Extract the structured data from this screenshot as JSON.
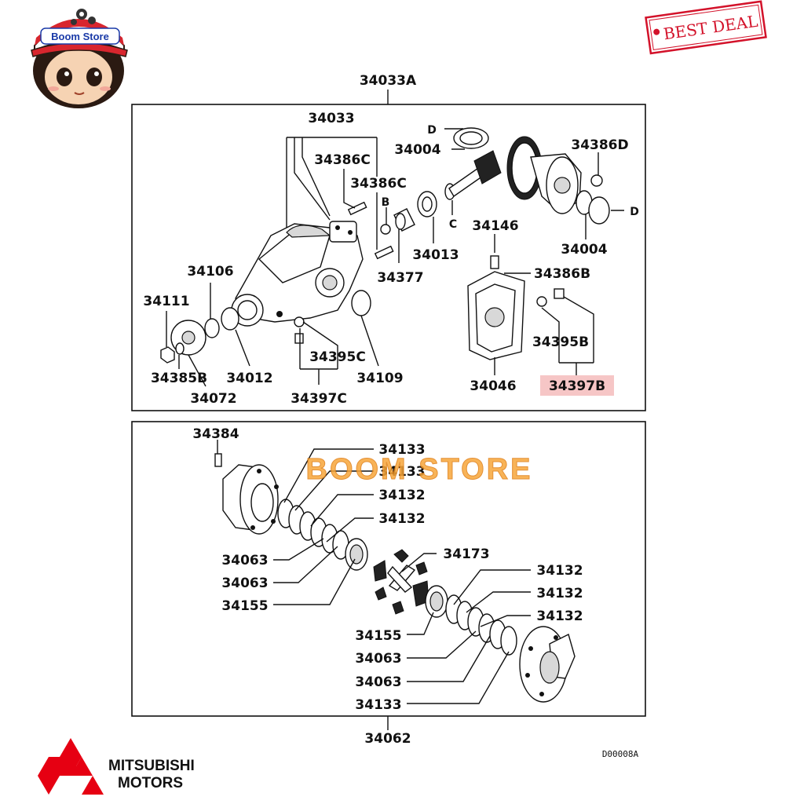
{
  "branding": {
    "store_badge_text": "Boom Store",
    "stamp_text": "BEST DEAL",
    "watermark_text": "BOOM STORE",
    "manufacturer_line1": "MITSUBISHI",
    "manufacturer_line2": "MOTORS",
    "accent_orange": "#f7a63a",
    "stamp_red": "#d3122a",
    "logo_red": "#e60012"
  },
  "diagram": {
    "drawing_code": "D00008A",
    "upper_assembly": {
      "title": "34033A",
      "labels": {
        "p34033": "34033",
        "p34386C_1": "34386C",
        "p34386C_2": "34386C",
        "p34004_top": "34004",
        "p34386D": "34386D",
        "pD_1": "D",
        "pD_2": "D",
        "pB": "B",
        "pC": "C",
        "p34146": "34146",
        "p34004_right": "34004",
        "p34013": "34013",
        "p34377": "34377",
        "p34386B": "34386B",
        "p34106": "34106",
        "p34111": "34111",
        "p34395C": "34395C",
        "p34395B": "34395B",
        "p34385B": "34385B",
        "p34012": "34012",
        "p34109": "34109",
        "p34046": "34046",
        "p34397B": "34397B",
        "p34072": "34072",
        "p34397C": "34397C"
      },
      "highlighted_part": "34397B"
    },
    "lower_assembly": {
      "title": "34062",
      "labels": {
        "p34384": "34384",
        "p34133_top": "34133",
        "p34133_top2": "34133",
        "p34132_a": "34132",
        "p34132_b": "34132",
        "p34063_a": "34063",
        "p34063_b": "34063",
        "p34155_left": "34155",
        "p34173": "34173",
        "p34132_c": "34132",
        "p34132_d": "34132",
        "p34132_e": "34132",
        "p34155_right": "34155",
        "p34063_c": "34063",
        "p34063_d": "34063",
        "p34133_bottom": "34133"
      }
    }
  }
}
